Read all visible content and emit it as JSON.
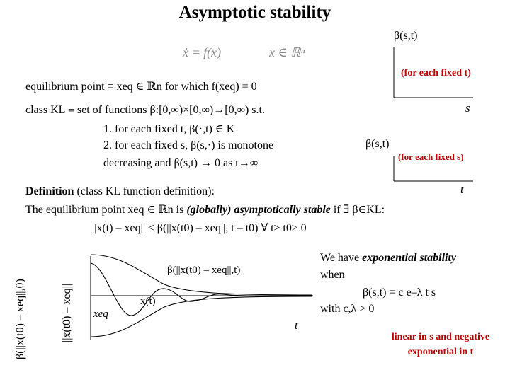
{
  "title": "Asymptotic stability",
  "faded_equation": {
    "lhs": "ẋ = f(x)",
    "rhs": "x ∈ ℝⁿ"
  },
  "equilibrium": "equilibrium point ≡ xeq ∈ ℝn for which f(xeq) = 0",
  "class_kl": {
    "line1": "class KL ≡ set of functions β:[0,∞)×[0,∞)→[0,∞) s.t.",
    "line2": "1. for each fixed t, β(·,t) ∈ K",
    "line3": "2. for each fixed s, β(s,·) is monotone",
    "line4": "decreasing and β(s,t) → 0 as t→∞"
  },
  "graph_top": {
    "label": "β(s,t)",
    "note": "(for each fixed t)",
    "axis": "s"
  },
  "graph_mid": {
    "label": "β(s,t)",
    "note": "(for each fixed s)",
    "axis": "t"
  },
  "definition": {
    "head": "Definition",
    "head_rest": "(class KL function definition):",
    "line2_pre": "The equilibrium point xeq ∈ ℝn is",
    "line2_emph": "(globally) asymptotically stable",
    "line2_post": "if ∃ β∈KL:",
    "line3": "||x(t) – xeq|| ≤ β(||x(t0) – xeq||, t – t0) ∀ t≥ t0≥ 0"
  },
  "bottom_plot": {
    "ylabel_outer": "β(||x(t0) – xeq||,0)",
    "ylabel_inner": "||x(t0) – xeq||",
    "curve_label": "β(||x(t0) – xeq||,t)",
    "traj_label": "x(t)",
    "xeq_label": "xeq",
    "t_label": "t"
  },
  "exp_stability": {
    "line1_pre": "We have",
    "line1_emph": "exponential stability",
    "line2": "when",
    "formula": "β(s,t) = c e–λ t s",
    "condition": "with c,λ > 0",
    "note": "linear in s and negative exponential in t"
  },
  "colors": {
    "text": "#000000",
    "accent": "#c00000",
    "faded": "#888888"
  }
}
